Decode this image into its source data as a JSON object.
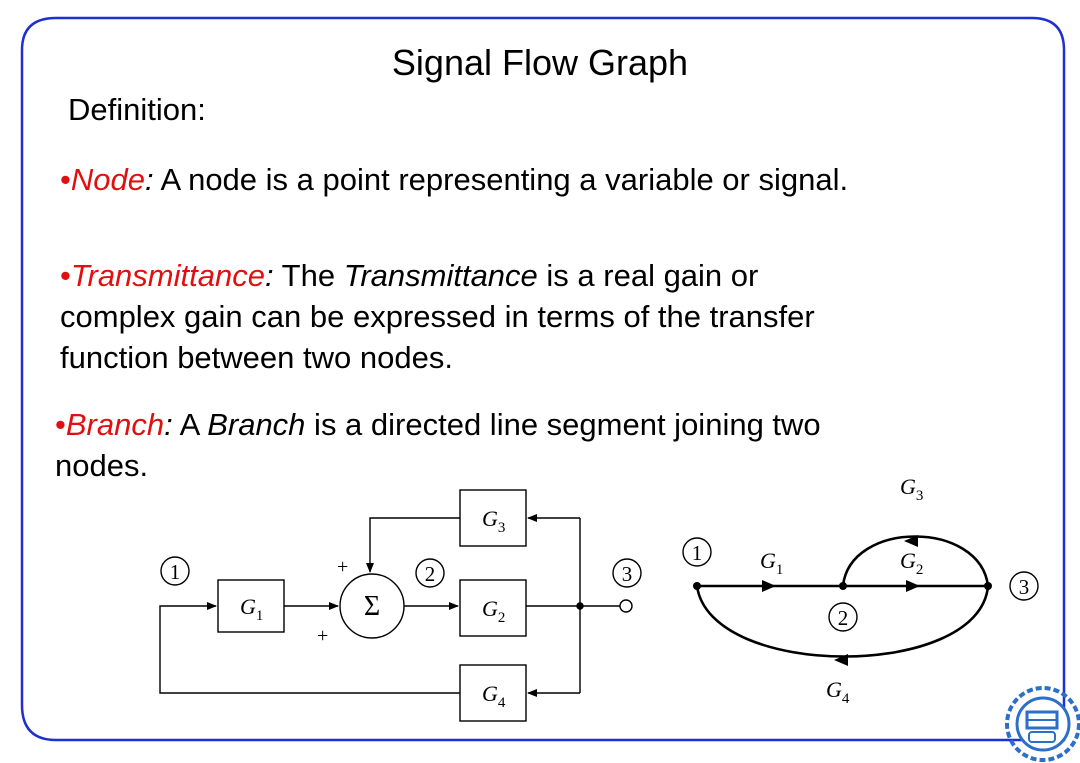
{
  "slide": {
    "title": "Signal Flow Graph",
    "definition_label": "Definition:",
    "bullet": "•",
    "node": {
      "term": "Node",
      "colon": ":",
      "text": " A node is a point representing a variable or signal."
    },
    "transmittance": {
      "term": "Transmittance",
      "colon": ":",
      "pre": " The ",
      "term_italic": "Transmittance",
      "line1": " is a real gain or",
      "line2": "complex gain can be expressed in terms of the transfer",
      "line3": "function between two nodes."
    },
    "branch": {
      "term": "Branch",
      "colon": ":",
      "pre": " A ",
      "term_italic": "Branch",
      "line1": " is a directed line segment joining two",
      "line2": "nodes."
    }
  },
  "block_diagram": {
    "node_labels": [
      "1",
      "2",
      "3"
    ],
    "blocks": [
      {
        "name": "G",
        "sub": "1"
      },
      {
        "name": "G",
        "sub": "2"
      },
      {
        "name": "G",
        "sub": "3"
      },
      {
        "name": "G",
        "sub": "4"
      }
    ],
    "summer_symbol": "Σ",
    "signs": [
      "+",
      "+"
    ]
  },
  "signal_flow_graph": {
    "node_labels": [
      "1",
      "2",
      "3"
    ],
    "gains": [
      {
        "name": "G",
        "sub": "1"
      },
      {
        "name": "G",
        "sub": "2"
      },
      {
        "name": "G",
        "sub": "3"
      },
      {
        "name": "G",
        "sub": "4"
      }
    ]
  },
  "colors": {
    "accent_term": "#e01010",
    "frame_border": "#1f2fd0"
  }
}
